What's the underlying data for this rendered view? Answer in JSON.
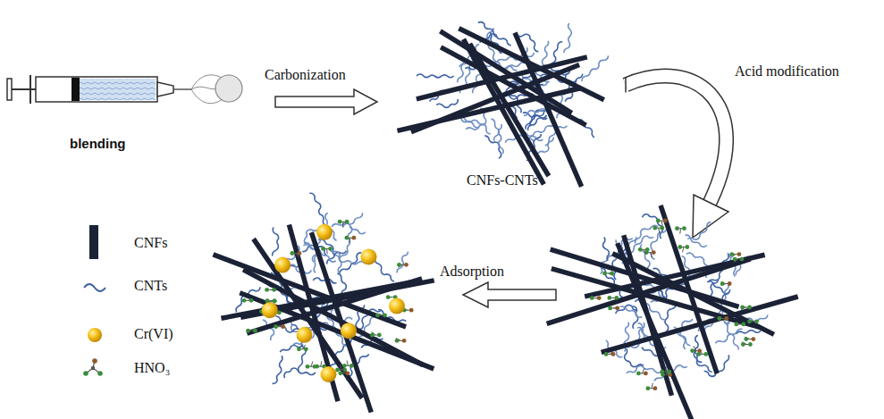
{
  "diagram": {
    "labels": [
      "blending",
      "Carbonization",
      "CNFs-CNTs",
      "Acid modification",
      "Adsorption"
    ],
    "legend": [
      {
        "text": "CNFs"
      },
      {
        "text": "CNTs"
      },
      {
        "text": "Cr(VI)"
      },
      {
        "text": "HNO₃"
      }
    ]
  }
}
